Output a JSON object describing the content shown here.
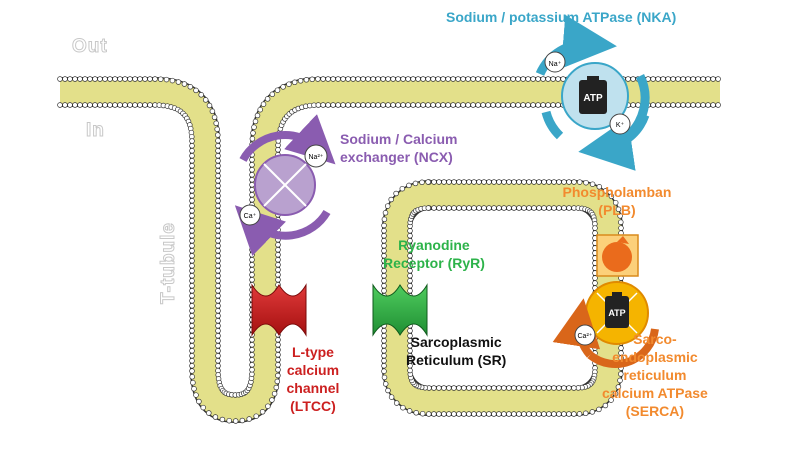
{
  "regions": {
    "outside": "Out",
    "inside": "In",
    "t_tubule": "T-tubule"
  },
  "labels": {
    "nka": [
      "Sodium / potassium ATPase (NKA)"
    ],
    "ncx": [
      "Sodium / Calcium",
      "exchanger (NCX)"
    ],
    "plb": [
      "Phospholamban",
      "(PLB)"
    ],
    "ryr": [
      "Ryanodine",
      "Receptor (RyR)"
    ],
    "sr": [
      "Sarcoplasmic",
      "Reticulum (SR)"
    ],
    "ltcc": [
      "L-type",
      "calcium",
      "channel",
      "(LTCC)"
    ],
    "serca": [
      "Sarco-",
      "endoplasmic",
      "reticulum",
      "calcium ATPase",
      "(SERCA)"
    ]
  },
  "ions": {
    "nka_na": "Na⁺",
    "nka_k": "K⁺",
    "ncx_na": "Na²⁺",
    "ncx_ca": "Ca⁺",
    "serca_ca": "Ca²⁺"
  },
  "atp": {
    "nka": "ATP",
    "serca": "ATP"
  },
  "colors": {
    "nka": "#3aa6c8",
    "ncx": "#8a5cb0",
    "plb": "#f28a2e",
    "ryr": "#2db34a",
    "ltcc": "#cc1f1f",
    "sr_text": "#111111",
    "serca": "#f28a2e",
    "membrane_fill": "#e3e08a",
    "lipid_head": "#ffffff",
    "lipid_stroke": "#333333"
  }
}
